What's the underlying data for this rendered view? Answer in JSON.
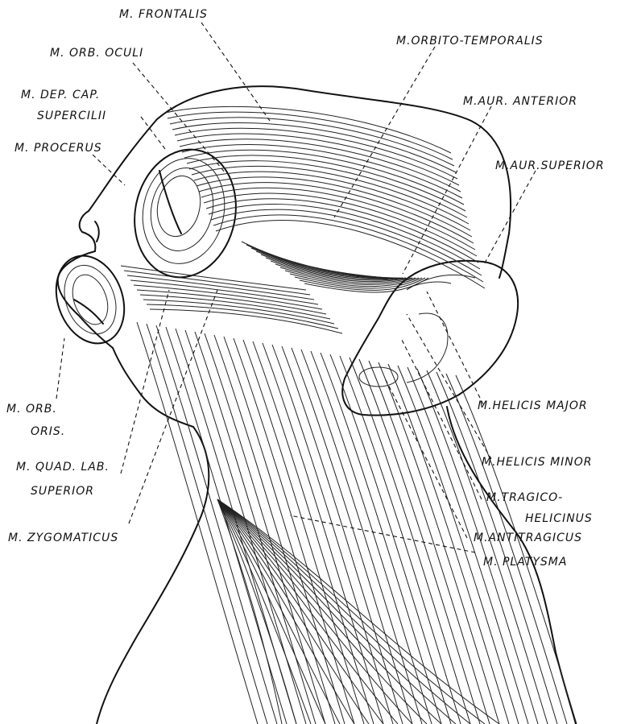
{
  "labels": {
    "frontalis": "M. FRONTALIS",
    "orb_oculi": "M. ORB. OCULI",
    "orbito_temporalis": "M.ORBITO-TEMPORALIS",
    "dep_cap_1": "M. DEP. CAP.",
    "dep_cap_2": "SUPERCILII",
    "aur_anterior": "M.AUR. ANTERIOR",
    "procerus": "M. PROCERUS",
    "aur_superior": "M.AUR.SUPERIOR",
    "helicis_major": "M.HELICIS MAJOR",
    "orb_oris_1": "M. ORB.",
    "orb_oris_2": "ORIS.",
    "helicis_minor": "M.HELICIS MINOR",
    "quad_lab_1": "M. QUAD. LAB.",
    "quad_lab_2": "SUPERIOR",
    "tragico_1": "M.TRAGICO-",
    "tragico_2": "HELICINUS",
    "antitragicus": "M.ANTITRAGICUS",
    "zygomaticus": "M. ZYGOMATICUS",
    "platysma": "M. PLATYSMA"
  },
  "colors": {
    "ink": "#111111",
    "paper": "#ffffff"
  }
}
